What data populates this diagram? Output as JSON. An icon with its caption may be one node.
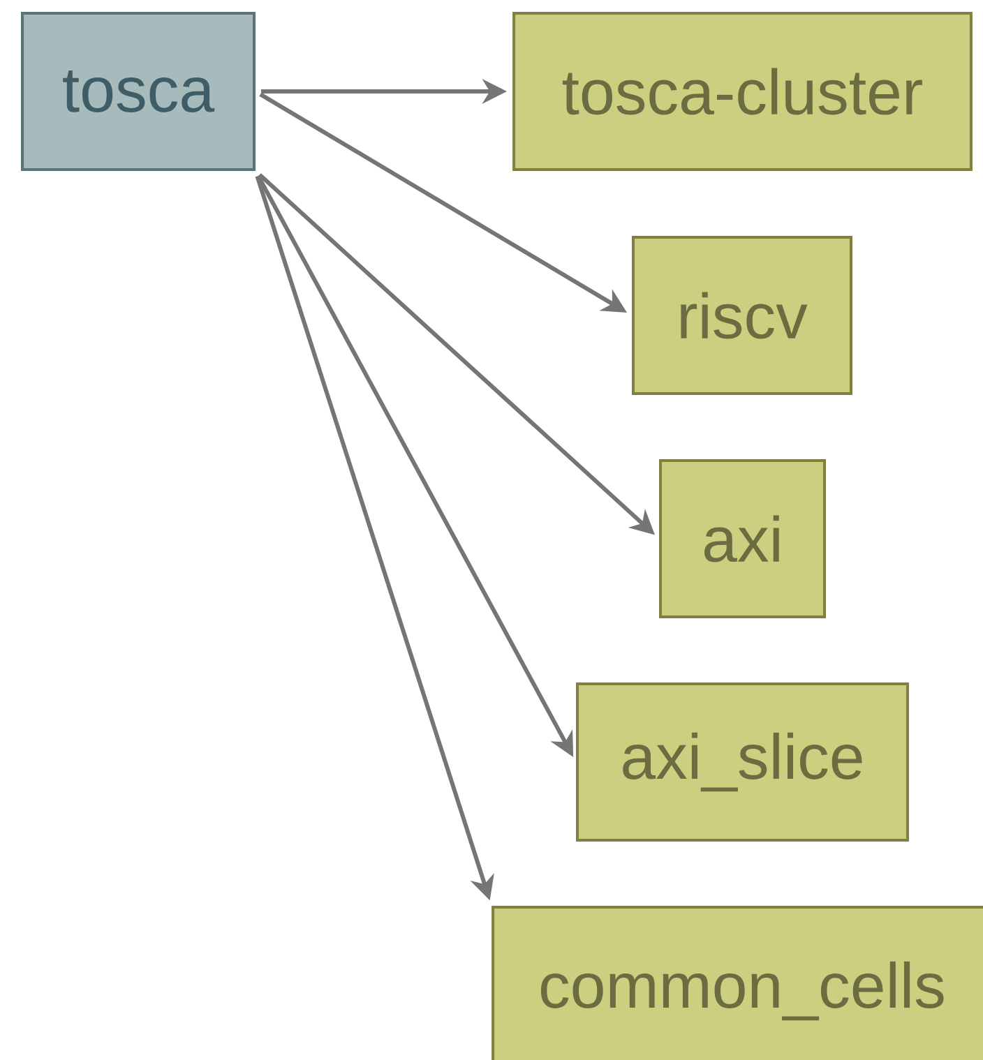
{
  "diagram": {
    "nodes": [
      {
        "text": [
          "tosca"
        ]
      },
      {
        "text": [
          "tosca-cluster"
        ]
      },
      {
        "text": [
          "riscv"
        ]
      },
      {
        "text": [
          "axi"
        ]
      },
      {
        "text": [
          "axi_slice"
        ]
      },
      {
        "text": [
          "common_cells"
        ]
      }
    ],
    "edges": [
      {
        "from": 0,
        "to": 1,
        "arrow": "to"
      },
      {
        "from": 0,
        "to": 2,
        "arrow": "to"
      },
      {
        "from": 0,
        "to": 3,
        "arrow": "to"
      },
      {
        "from": 0,
        "to": 4,
        "arrow": "to"
      },
      {
        "from": 0,
        "to": 5,
        "arrow": "to"
      }
    ]
  }
}
